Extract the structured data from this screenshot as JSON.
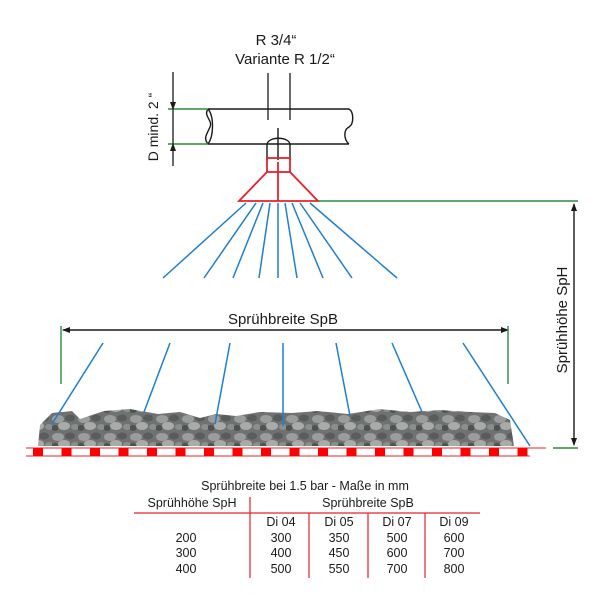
{
  "labels": {
    "thread_main": "R 3/4“",
    "thread_variant": "Variante R 1/2“",
    "pipe_diameter": "D mind. 2 “",
    "spray_height": "Sprühhöhe SpH",
    "spray_width": "Sprühbreite SpB"
  },
  "colors": {
    "nozzle": "#e8202a",
    "spray": "#1e7fd0",
    "dimension_guide": "#2e8b3e",
    "outline": "#1a1a1a",
    "ground_stripe": "#ff0000"
  },
  "table": {
    "title": "Sprühbreite bei 1.5 bar - Maße in mm",
    "row_header": "Sprühhöhe SpH",
    "group_header": "Sprühbreite SpB",
    "columns": [
      "Di 04",
      "Di 05",
      "Di 07",
      "Di 09"
    ],
    "rows": [
      {
        "sph": "200",
        "values": [
          "300",
          "350",
          "500",
          "600"
        ]
      },
      {
        "sph": "300",
        "values": [
          "400",
          "450",
          "600",
          "700"
        ]
      },
      {
        "sph": "400",
        "values": [
          "500",
          "550",
          "700",
          "800"
        ]
      }
    ]
  }
}
